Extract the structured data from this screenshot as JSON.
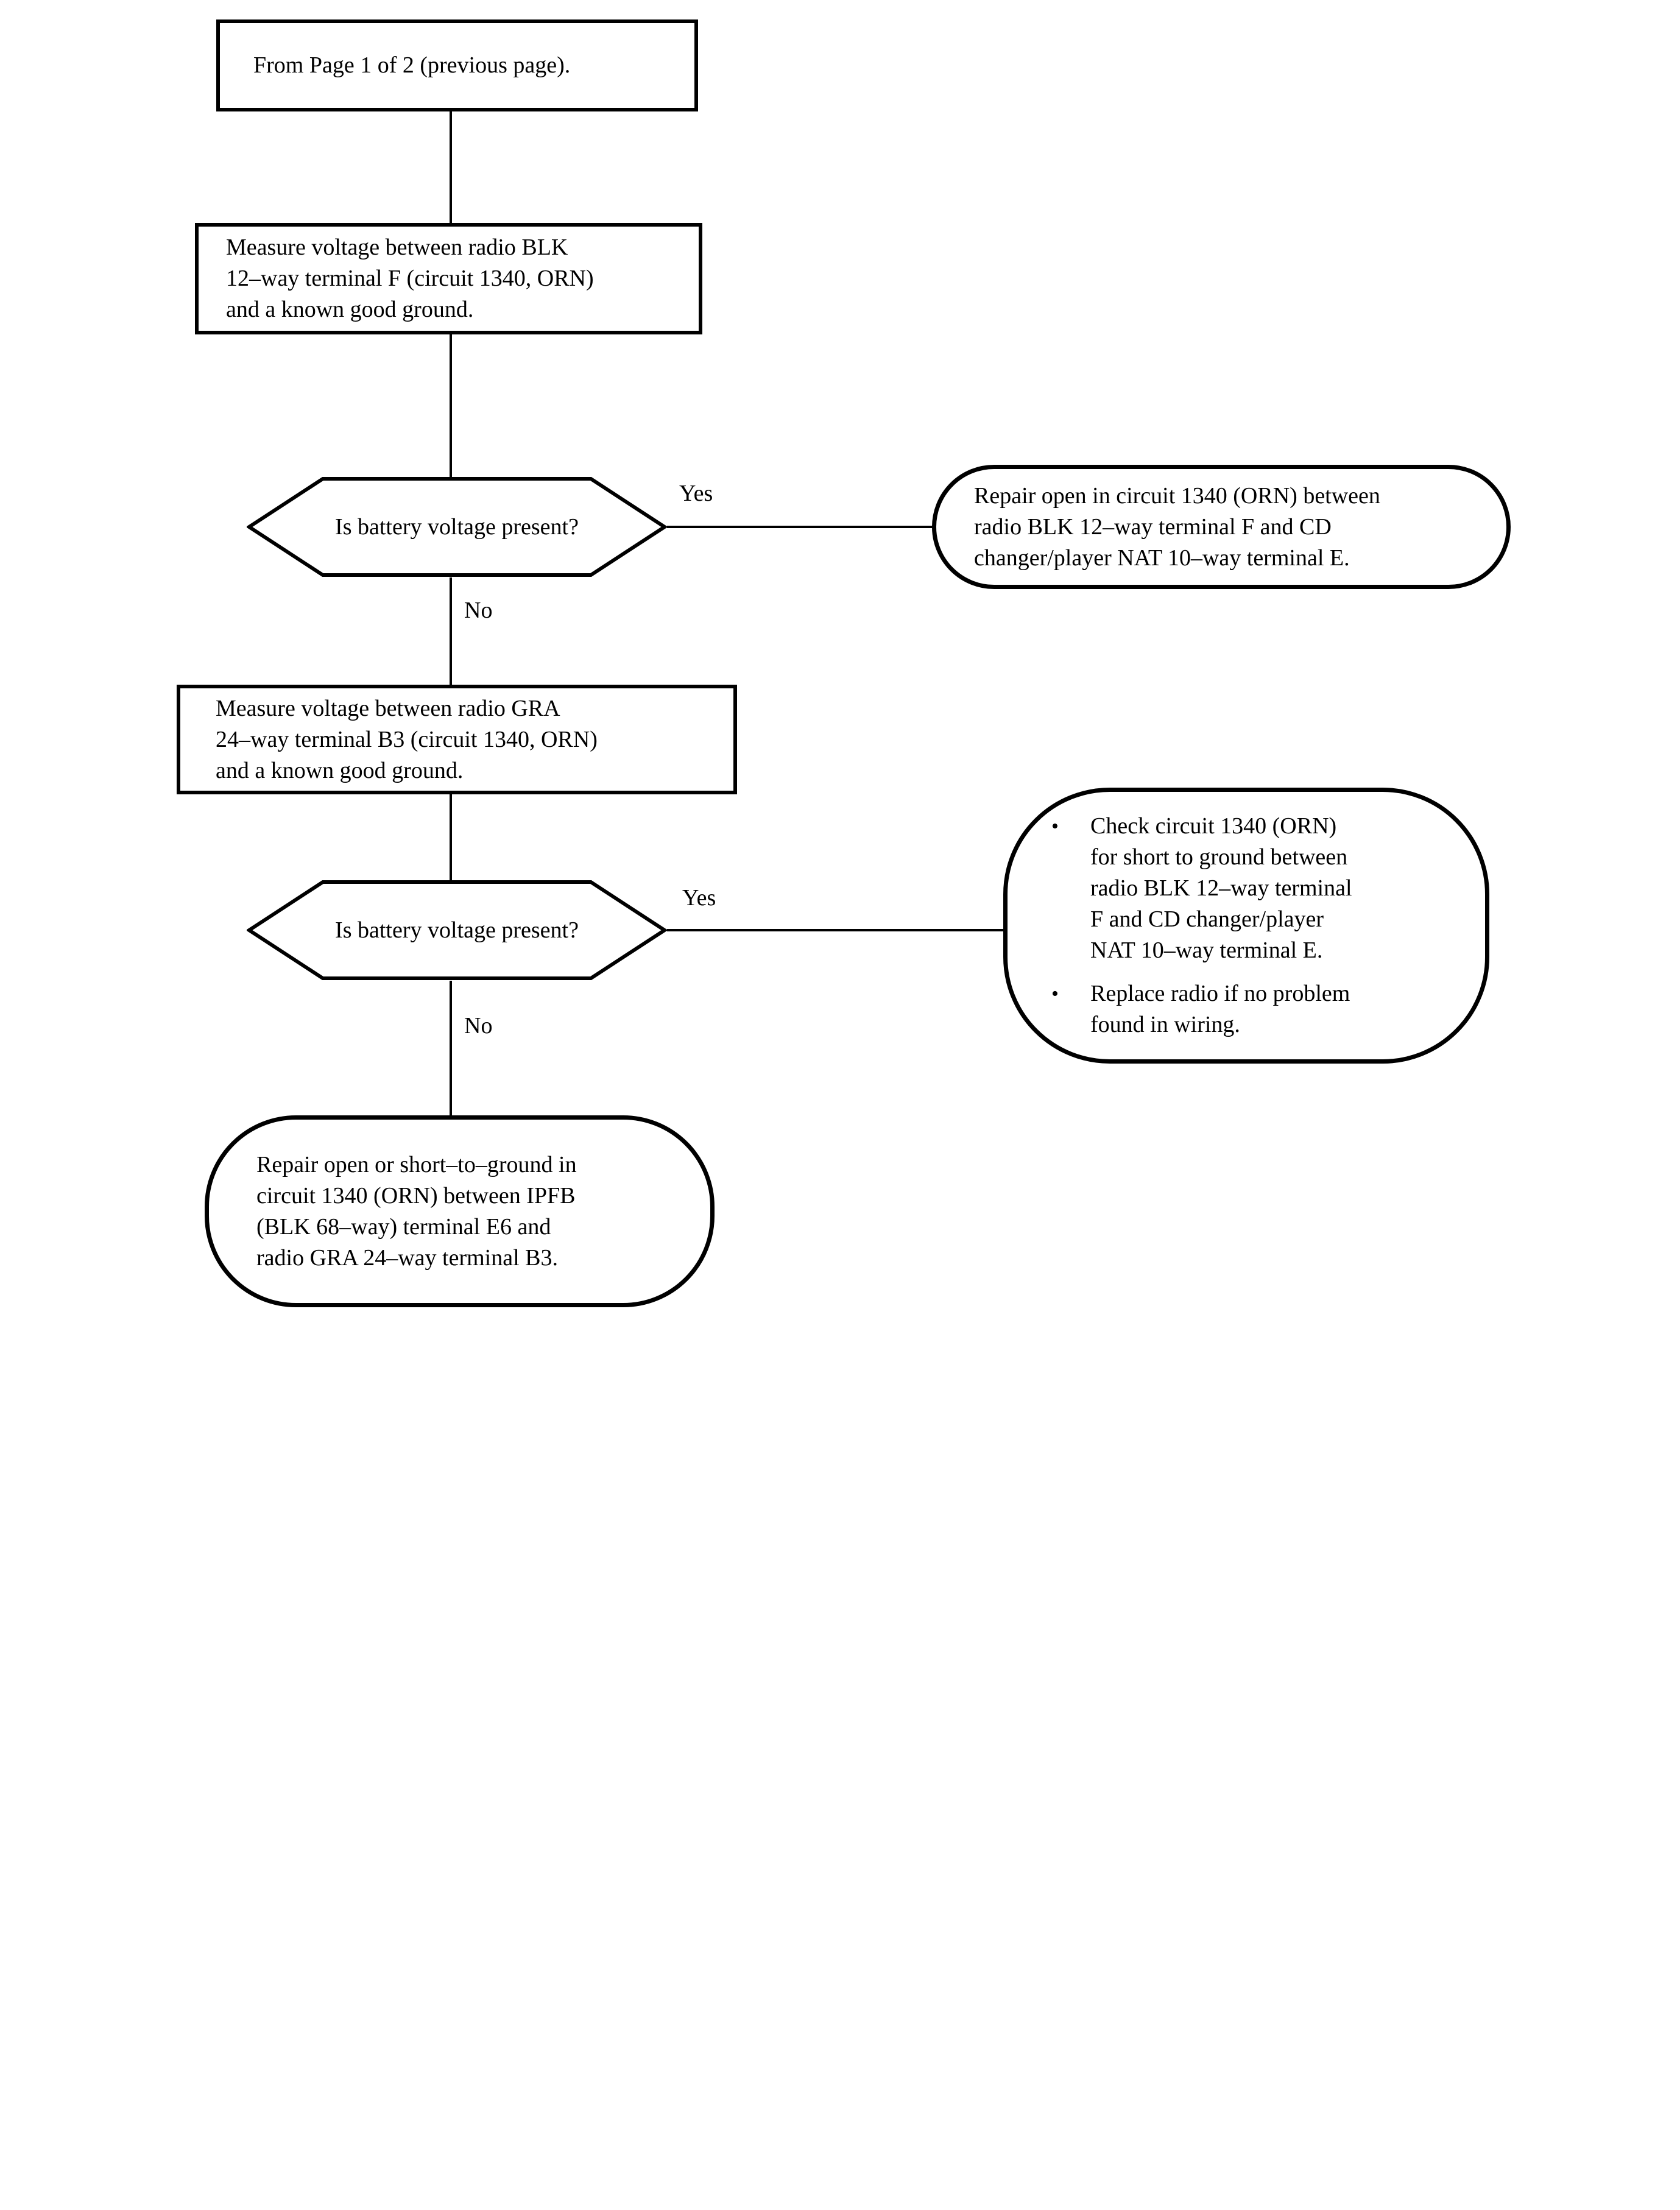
{
  "canvas": {
    "background": "#ffffff",
    "ink": "#000000"
  },
  "nodes": {
    "start": "From Page 1 of 2 (previous page).",
    "measure_blk": "Measure voltage between radio BLK\n12–way terminal F (circuit 1340, ORN)\nand a known good ground.",
    "decision1": "Is battery voltage present?",
    "repair_open": "Repair open in circuit 1340 (ORN) between\nradio BLK 12–way terminal F and CD\nchanger/player NAT 10–way terminal E.",
    "measure_gra": "Measure voltage between radio GRA\n24–way terminal B3 (circuit 1340, ORN)\nand a known good ground.",
    "decision2": "Is battery voltage present?",
    "check_bullets": {
      "0": "Check circuit 1340 (ORN)\nfor short to ground between\nradio BLK 12–way terminal\nF and CD changer/player\nNAT 10–way terminal E.",
      "1": "Replace radio if no problem\nfound in wiring."
    },
    "repair_open_short": "Repair open or short–to–ground in\ncircuit 1340 (ORN) between IPFB\n(BLK 68–way) terminal E6 and\nradio GRA 24–way terminal B3."
  },
  "labels": {
    "yes1": "Yes",
    "no1": "No",
    "yes2": "Yes",
    "no2": "No",
    "bullet_glyph": "•"
  }
}
